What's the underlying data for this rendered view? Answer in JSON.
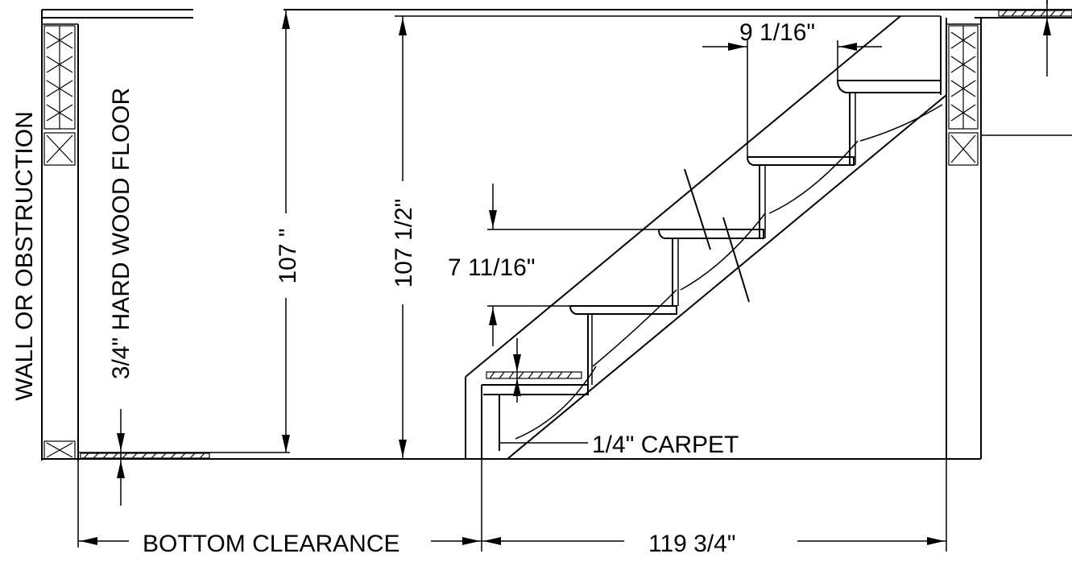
{
  "labels": {
    "wall": "WALL OR OBSTRUCTION",
    "hardwood": "3/4\" HARD WOOD FLOOR",
    "height_finished": "107 \"",
    "height_total": "107 1/2\"",
    "rise": "7 11/16\"",
    "tread": "9 1/16\"",
    "carpet": "1/4\" CARPET",
    "bottom_clearance": "BOTTOM CLEARANCE",
    "run": "119 3/4\""
  }
}
